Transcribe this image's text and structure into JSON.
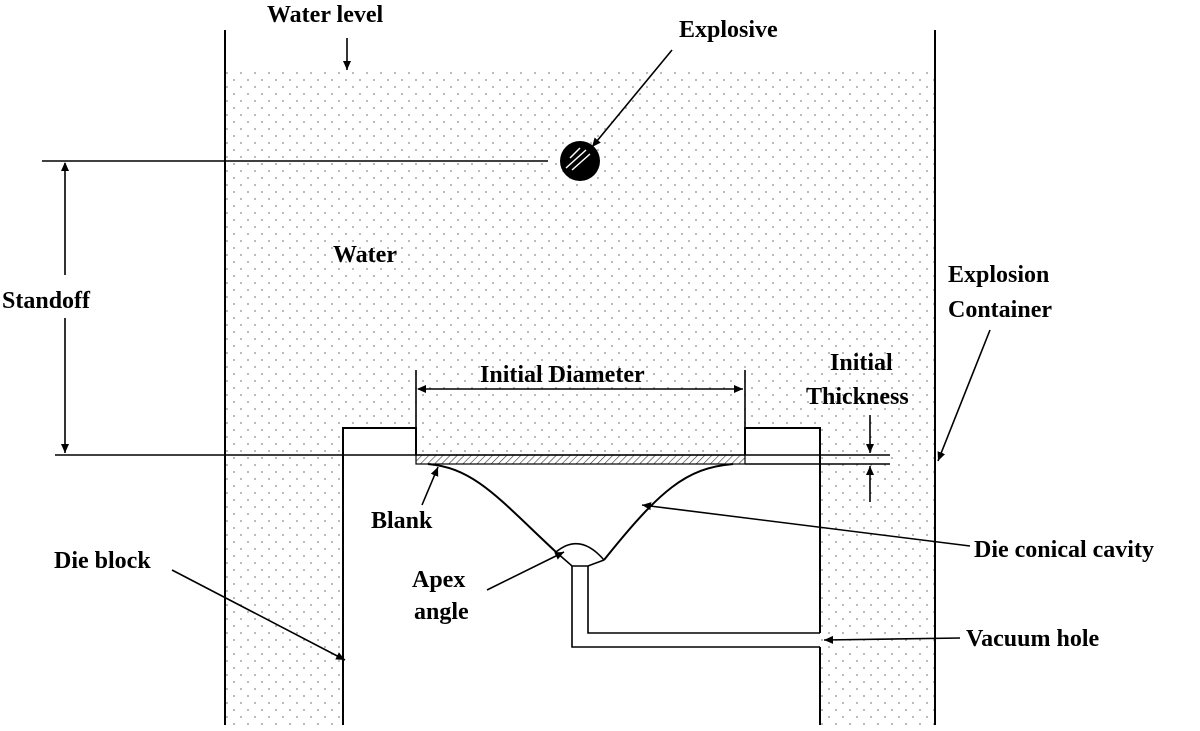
{
  "diagram": {
    "labels": {
      "water_level": "Water level",
      "explosive": "Explosive",
      "water": "Water",
      "standoff": "Standoff",
      "explosion_container_line1": "Explosion",
      "explosion_container_line2": "Container",
      "initial_diameter": "Initial Diameter",
      "initial_thickness_line1": "Initial",
      "initial_thickness_line2": "Thickness",
      "blank": "Blank",
      "die_conical_cavity": "Die conical cavity",
      "die_block": "Die block",
      "apex_angle_line1": "Apex",
      "apex_angle_line2": "angle",
      "vacuum_hole": "Vacuum hole"
    },
    "colors": {
      "line": "#000000",
      "water_dots": "#8a8a8a",
      "background": "#ffffff"
    }
  }
}
